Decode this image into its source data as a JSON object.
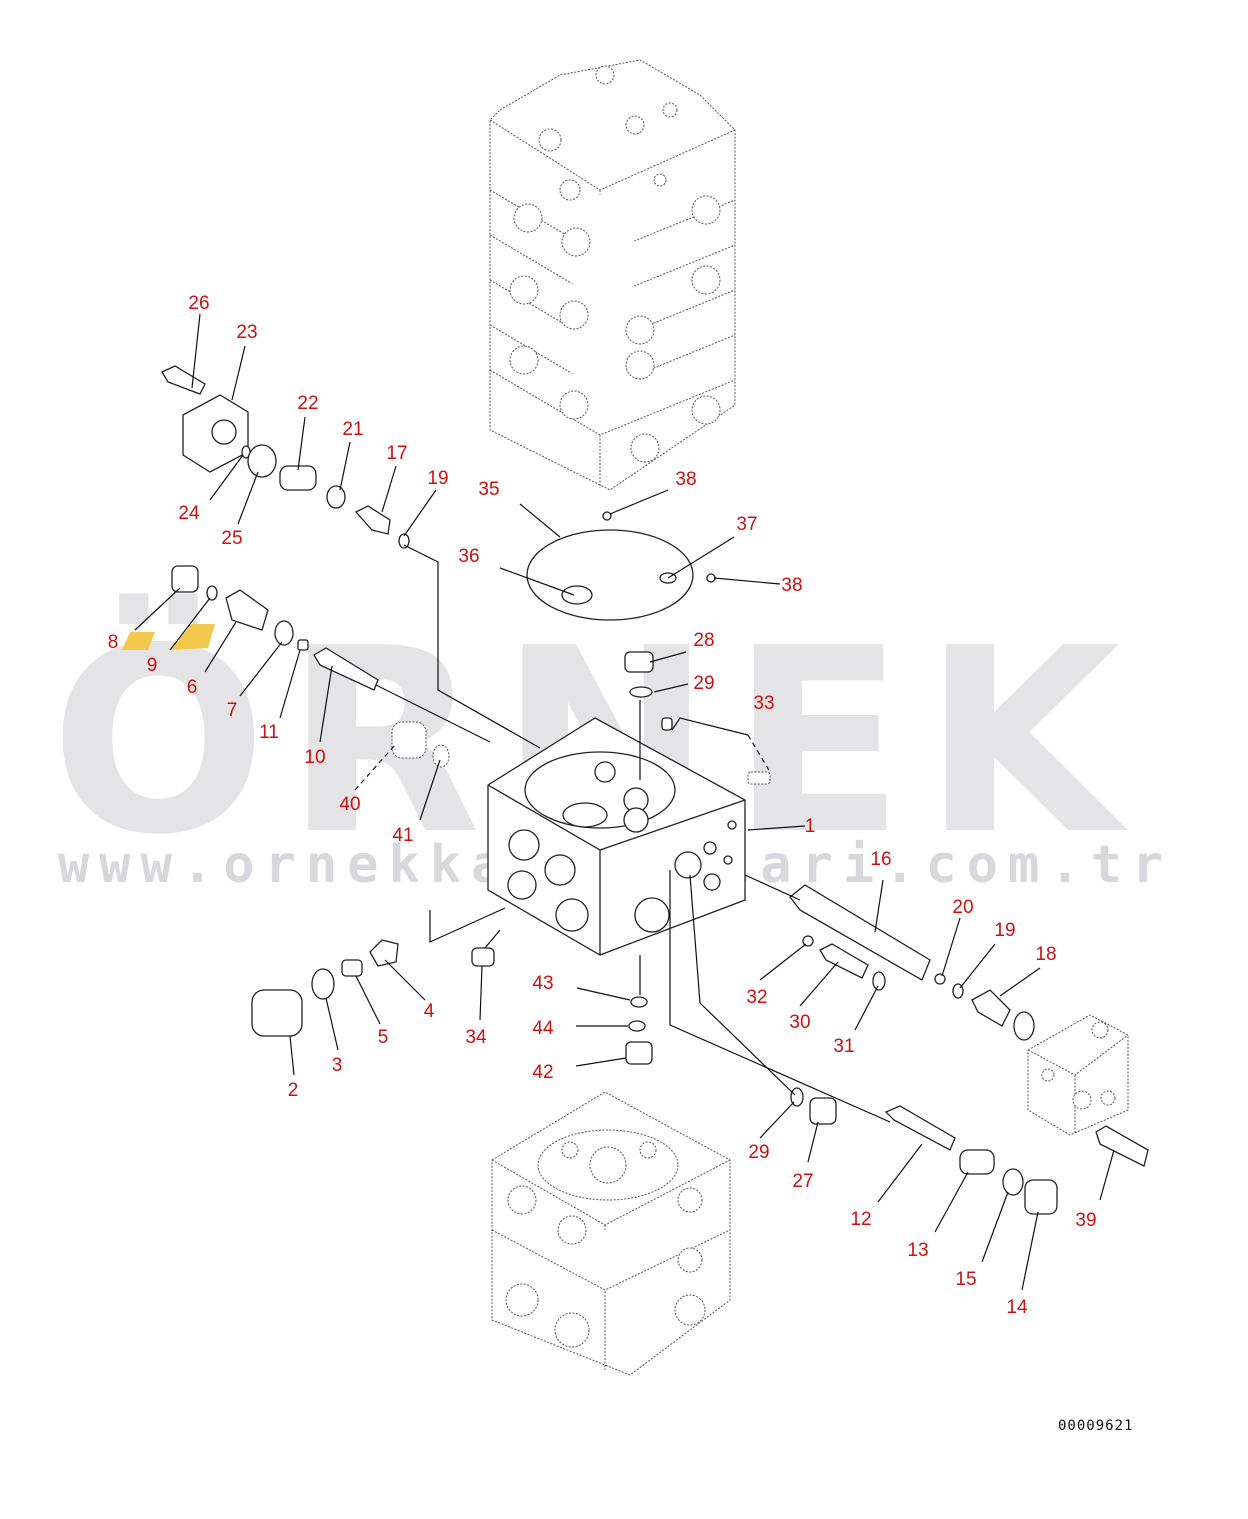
{
  "watermark": {
    "logo_text": "ÖRNEK",
    "url": "www.ornekkalipmalari.com.tr",
    "accent_color": "#f2c94c"
  },
  "drawing_number": "00009621",
  "colors": {
    "callout": "#cc1111",
    "line": "#111111",
    "watermark": "#e4e4e7"
  },
  "callouts": [
    {
      "id": "c1",
      "label": "1"
    },
    {
      "id": "c2",
      "label": "2"
    },
    {
      "id": "c3",
      "label": "3"
    },
    {
      "id": "c4",
      "label": "4"
    },
    {
      "id": "c5",
      "label": "5"
    },
    {
      "id": "c6",
      "label": "6"
    },
    {
      "id": "c7",
      "label": "7"
    },
    {
      "id": "c8",
      "label": "8"
    },
    {
      "id": "c9",
      "label": "9"
    },
    {
      "id": "c10",
      "label": "10"
    },
    {
      "id": "c11",
      "label": "11"
    },
    {
      "id": "c12",
      "label": "12"
    },
    {
      "id": "c13",
      "label": "13"
    },
    {
      "id": "c14",
      "label": "14"
    },
    {
      "id": "c15",
      "label": "15"
    },
    {
      "id": "c16",
      "label": "16"
    },
    {
      "id": "c17",
      "label": "17"
    },
    {
      "id": "c18",
      "label": "18"
    },
    {
      "id": "c19a",
      "label": "19"
    },
    {
      "id": "c19b",
      "label": "19"
    },
    {
      "id": "c20",
      "label": "20"
    },
    {
      "id": "c21",
      "label": "21"
    },
    {
      "id": "c22",
      "label": "22"
    },
    {
      "id": "c23",
      "label": "23"
    },
    {
      "id": "c24",
      "label": "24"
    },
    {
      "id": "c25",
      "label": "25"
    },
    {
      "id": "c26",
      "label": "26"
    },
    {
      "id": "c27",
      "label": "27"
    },
    {
      "id": "c28",
      "label": "28"
    },
    {
      "id": "c29a",
      "label": "29"
    },
    {
      "id": "c29b",
      "label": "29"
    },
    {
      "id": "c30",
      "label": "30"
    },
    {
      "id": "c31",
      "label": "31"
    },
    {
      "id": "c32",
      "label": "32"
    },
    {
      "id": "c33",
      "label": "33"
    },
    {
      "id": "c34",
      "label": "34"
    },
    {
      "id": "c35",
      "label": "35"
    },
    {
      "id": "c36",
      "label": "36"
    },
    {
      "id": "c37",
      "label": "37"
    },
    {
      "id": "c38a",
      "label": "38"
    },
    {
      "id": "c38b",
      "label": "38"
    },
    {
      "id": "c39",
      "label": "39"
    },
    {
      "id": "c40",
      "label": "40"
    },
    {
      "id": "c41",
      "label": "41"
    },
    {
      "id": "c42",
      "label": "42"
    },
    {
      "id": "c43",
      "label": "43"
    },
    {
      "id": "c44",
      "label": "44"
    }
  ]
}
